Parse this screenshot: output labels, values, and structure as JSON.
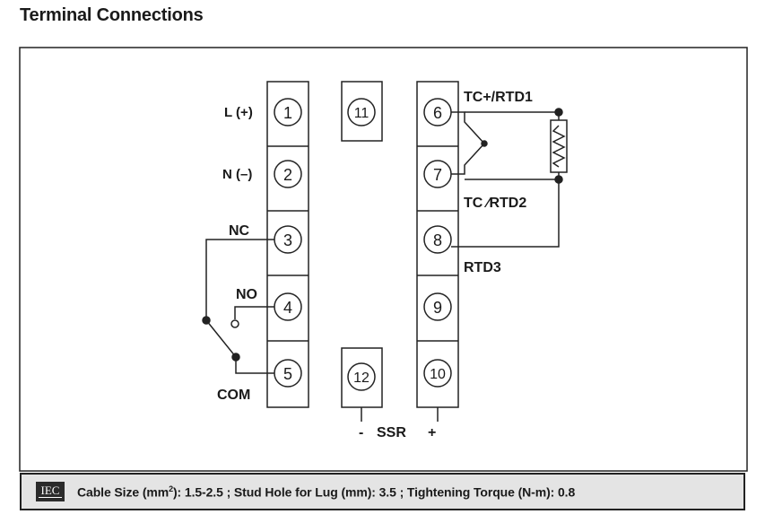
{
  "heading": "Terminal Connections",
  "terminals": [
    "1",
    "2",
    "3",
    "4",
    "5",
    "6",
    "7",
    "8",
    "9",
    "10",
    "11",
    "12"
  ],
  "labels": {
    "line": "L (+)",
    "neutral": "N (–)",
    "nc": "NC",
    "no": "NO",
    "com": "COM",
    "tc_plus": "TC+/RTD1",
    "tc_minus": "TC ∕RTD2",
    "rtd3": "RTD3",
    "ssr": "SSR",
    "ssr_minus": "-",
    "ssr_plus": "+"
  },
  "footer": {
    "logo": "IEC",
    "cable_prefix": "Cable Size (mm",
    "cable_sup": "2",
    "cable_suffix": "): 1.5-2.5 ; Stud Hole for Lug (mm): 3.5 ; Tightening Torque (N-m): 0.8"
  },
  "icons": [
    "relay-switch-icon",
    "thermocouple-icon",
    "resistor-icon",
    "iec-logo-icon"
  ]
}
